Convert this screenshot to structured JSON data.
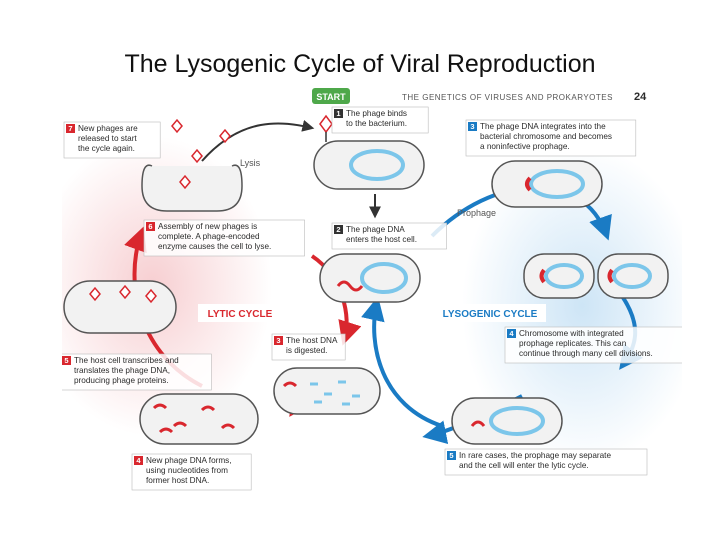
{
  "slide": {
    "title": "The Lysogenic Cycle of Viral Reproduction"
  },
  "figure": {
    "start_label": "START",
    "header": "THE GENETICS OF VIRUSES AND PROKARYOTES",
    "page_number": "24",
    "lytic_cycle_label": "LYTIC CYCLE",
    "lysogenic_cycle_label": "LYSOGENIC CYCLE",
    "lysis_label": "Lysis",
    "prophage_label": "Prophage",
    "steps": [
      {
        "num": "1",
        "lines": [
          "The phage binds",
          "to the bacterium."
        ]
      },
      {
        "num": "2",
        "lines": [
          "The phage DNA",
          "enters the host cell."
        ]
      },
      {
        "num": "3",
        "lines": [
          "The host DNA",
          "is digested."
        ]
      },
      {
        "num": "4",
        "lines": [
          "New phage DNA forms,",
          "using nucleotides from",
          "former host DNA."
        ]
      },
      {
        "num": "5",
        "lines": [
          "The host cell transcribes and",
          "translates the phage DNA,",
          "producing phage proteins."
        ]
      },
      {
        "num": "6",
        "lines": [
          "Assembly of new phages is",
          "complete. A phage-encoded",
          "enzyme causes the cell to lyse."
        ]
      },
      {
        "num": "7",
        "lines": [
          "New phages are",
          "released to start",
          "the cycle again."
        ]
      },
      {
        "num": "3",
        "lines": [
          "The phage DNA integrates into the",
          "bacterial chromosome and becomes",
          "a noninfective prophage."
        ]
      },
      {
        "num": "4",
        "lines": [
          "Chromosome with integrated",
          "prophage replicates. This can",
          "continue through many cell divisions."
        ]
      },
      {
        "num": "5",
        "lines": [
          "In rare cases, the prophage may separate",
          "and the cell will enter the lytic cycle."
        ]
      }
    ]
  },
  "colors": {
    "lytic_red": "#d9272e",
    "lysogenic_blue": "#1a7bc4",
    "start_green": "#4ea84a",
    "cell_fill": "#f2f2f2",
    "chromosome_blue": "#7cc6ea"
  }
}
